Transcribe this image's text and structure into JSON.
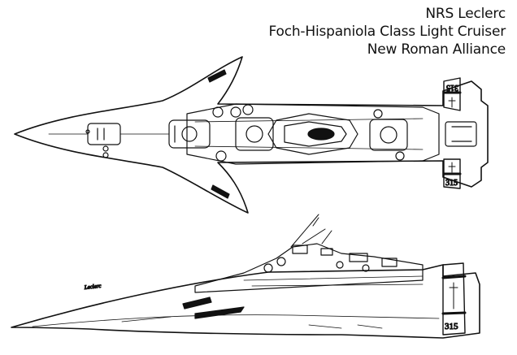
{
  "title_block": {
    "ship_name": "NRS Leclerc",
    "ship_class": "Foch-Hispaniola Class Light Cruiser",
    "faction": "New Roman Alliance"
  },
  "markings": {
    "hull_number": "315",
    "side_script": "Leclerc"
  }
}
